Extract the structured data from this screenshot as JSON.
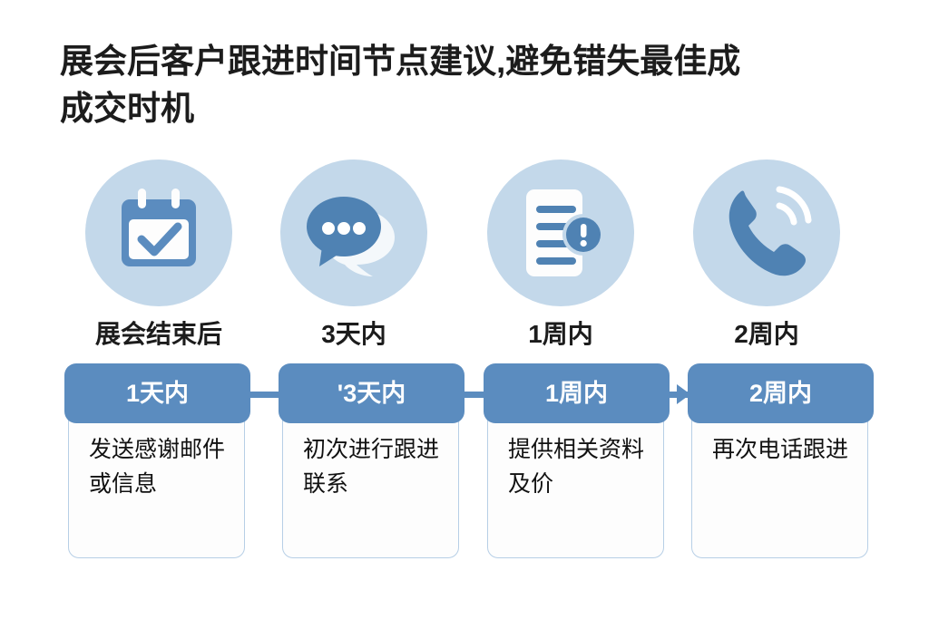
{
  "title": {
    "line1": "展会后客户跟进时间节点建议,避免错失最佳成",
    "line2": "成交时机"
  },
  "colors": {
    "accent_blue": "#5b8cbf",
    "circle_bg": "#c3d8ea",
    "card_border": "#b7cfe6",
    "card_bg": "#fdfdfd",
    "page_bg": "#ffffff",
    "text_dark": "#1c1c1c"
  },
  "icon_row": [
    {
      "icon": "calendar-check-icon",
      "label": "展会结束后"
    },
    {
      "icon": "chat-bubbles-icon",
      "label": "3天内"
    },
    {
      "icon": "document-alert-icon",
      "label": "1周内"
    },
    {
      "icon": "phone-call-icon",
      "label": "2周内"
    }
  ],
  "cards": [
    {
      "header": "1天内",
      "body": "发送感谢邮件或信息"
    },
    {
      "header": "'3天内",
      "body": "初次进行跟进联系"
    },
    {
      "header": "1周内",
      "body": "提供相关资料及价"
    },
    {
      "header": "2周内",
      "body": "再次电话跟进"
    }
  ],
  "connectors": [
    {
      "arrow": false
    },
    {
      "arrow": false
    },
    {
      "arrow": true
    }
  ]
}
